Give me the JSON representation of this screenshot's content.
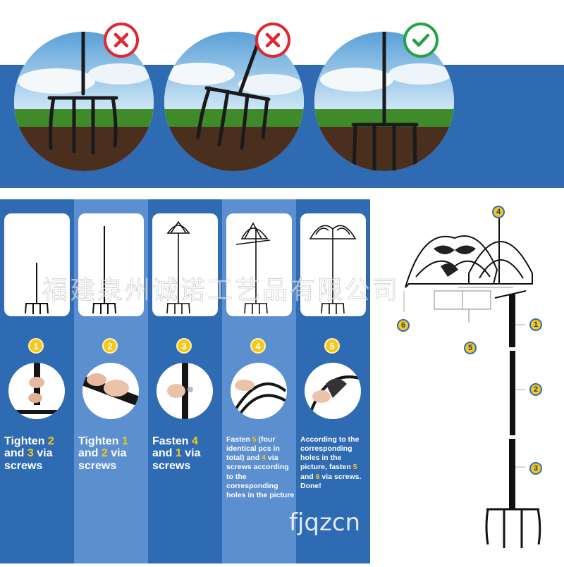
{
  "comparison": {
    "panels": [
      {
        "verdict": "wrong",
        "icon": "x-mark-icon"
      },
      {
        "verdict": "wrong",
        "icon": "x-mark-icon"
      },
      {
        "verdict": "correct",
        "icon": "check-mark-icon"
      }
    ],
    "colors": {
      "wrong": "#e0262e",
      "correct": "#25a244",
      "band": "#2f6bb2"
    }
  },
  "steps": [
    {
      "number": "1",
      "parts": [
        {
          "t": "Tighten ",
          "h": false
        },
        {
          "t": "2",
          "h": true
        },
        {
          "t": " and ",
          "h": false
        },
        {
          "t": "3",
          "h": true
        },
        {
          "t": " via screws",
          "h": false
        }
      ]
    },
    {
      "number": "2",
      "parts": [
        {
          "t": "Tighten ",
          "h": false
        },
        {
          "t": "1",
          "h": true
        },
        {
          "t": " and ",
          "h": false
        },
        {
          "t": "2",
          "h": true
        },
        {
          "t": " via screws",
          "h": false
        }
      ]
    },
    {
      "number": "3",
      "parts": [
        {
          "t": "Fasten ",
          "h": false
        },
        {
          "t": "4",
          "h": true
        },
        {
          "t": " and ",
          "h": false
        },
        {
          "t": "1",
          "h": true
        },
        {
          "t": " via screws",
          "h": false
        }
      ]
    },
    {
      "number": "4",
      "parts": [
        {
          "t": "Fasten ",
          "h": false
        },
        {
          "t": "5",
          "h": true
        },
        {
          "t": " (four identical pcs in total) and ",
          "h": false
        },
        {
          "t": "4",
          "h": true
        },
        {
          "t": " via screws according to the corresponding holes in the picture",
          "h": false
        }
      ]
    },
    {
      "number": "5",
      "parts": [
        {
          "t": "According to the corresponding holes in the picture, fasten ",
          "h": false
        },
        {
          "t": "5",
          "h": true
        },
        {
          "t": " and ",
          "h": false
        },
        {
          "t": "6",
          "h": true
        },
        {
          "t": " via screws. Done!",
          "h": false
        }
      ]
    }
  ],
  "diagram": {
    "labels": [
      "4",
      "6",
      "1",
      "5",
      "2",
      "3"
    ]
  },
  "watermarks": {
    "main": "福建泉州诚诺工艺品有限公司",
    "footer": "fjqzcn"
  },
  "colors": {
    "accent": "#f6c71c",
    "column_dark": "#2f6bb2",
    "column_light": "#5b8fd0"
  }
}
